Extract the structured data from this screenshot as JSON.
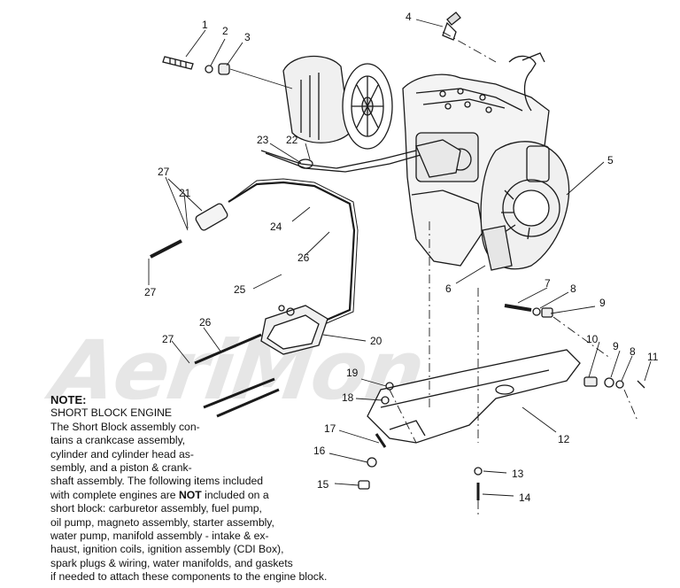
{
  "watermark": "AeriMon",
  "callouts": [
    {
      "id": "c1",
      "text": "1"
    },
    {
      "id": "c2",
      "text": "2"
    },
    {
      "id": "c3",
      "text": "3"
    },
    {
      "id": "c4",
      "text": "4"
    },
    {
      "id": "c5",
      "text": "5"
    },
    {
      "id": "c6",
      "text": "6"
    },
    {
      "id": "c7",
      "text": "7"
    },
    {
      "id": "c8a",
      "text": "8"
    },
    {
      "id": "c8b",
      "text": "8"
    },
    {
      "id": "c9a",
      "text": "9"
    },
    {
      "id": "c9b",
      "text": "9"
    },
    {
      "id": "c10",
      "text": "10"
    },
    {
      "id": "c11",
      "text": "11"
    },
    {
      "id": "c12",
      "text": "12"
    },
    {
      "id": "c13",
      "text": "13"
    },
    {
      "id": "c14",
      "text": "14"
    },
    {
      "id": "c15",
      "text": "15"
    },
    {
      "id": "c16",
      "text": "16"
    },
    {
      "id": "c17",
      "text": "17"
    },
    {
      "id": "c18",
      "text": "18"
    },
    {
      "id": "c19",
      "text": "19"
    },
    {
      "id": "c20",
      "text": "20"
    },
    {
      "id": "c21",
      "text": "21"
    },
    {
      "id": "c22",
      "text": "22"
    },
    {
      "id": "c23",
      "text": "23"
    },
    {
      "id": "c24",
      "text": "24"
    },
    {
      "id": "c25",
      "text": "25"
    },
    {
      "id": "c26a",
      "text": "26"
    },
    {
      "id": "c26b",
      "text": "26"
    },
    {
      "id": "c27a",
      "text": "27"
    },
    {
      "id": "c27b",
      "text": "27"
    },
    {
      "id": "c27c",
      "text": "27"
    }
  ],
  "note": {
    "title": "NOTE:",
    "heading": "SHORT BLOCK ENGINE",
    "line1": "The Short Block assembly con-",
    "line2": "tains a crankcase assembly,",
    "line3": "cylinder and cylinder head as-",
    "line4": "sembly, and a piston & crank-",
    "line5": "shaft assembly.  The following items included",
    "line6_pre": "with complete engines are ",
    "line6_bold": "NOT",
    "line6_post": " included on a",
    "line7": "short block: carburetor assembly, fuel pump,",
    "line8": "oil pump, magneto assembly, starter assembly,",
    "line9": "water pump, manifold assembly - intake & ex-",
    "line10": "haust, ignition coils, ignition assembly (CDI Box),",
    "line11": "spark plugs & wiring, water manifolds, and gaskets",
    "line12": "if needed to attach these components to the engine block."
  }
}
